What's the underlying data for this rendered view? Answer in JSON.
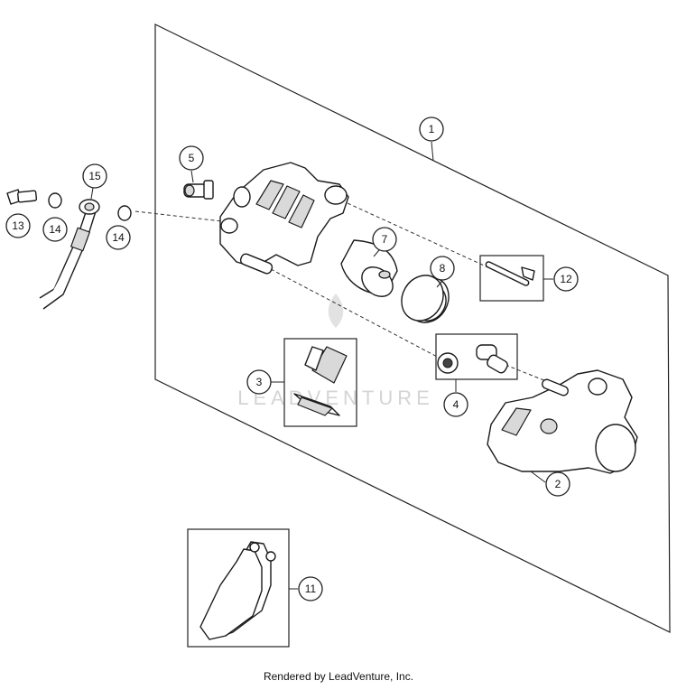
{
  "callouts": [
    {
      "id": "1",
      "label": "1"
    },
    {
      "id": "2",
      "label": "2"
    },
    {
      "id": "3",
      "label": "3"
    },
    {
      "id": "4",
      "label": "4"
    },
    {
      "id": "5",
      "label": "5"
    },
    {
      "id": "7",
      "label": "7"
    },
    {
      "id": "8",
      "label": "8"
    },
    {
      "id": "11",
      "label": "11"
    },
    {
      "id": "12",
      "label": "12"
    },
    {
      "id": "13",
      "label": "13"
    },
    {
      "id": "14a",
      "label": "14"
    },
    {
      "id": "14b",
      "label": "14"
    },
    {
      "id": "15",
      "label": "15"
    }
  ],
  "watermark": "LEADVENTURE",
  "footer": "Rendered by LeadVenture, Inc."
}
